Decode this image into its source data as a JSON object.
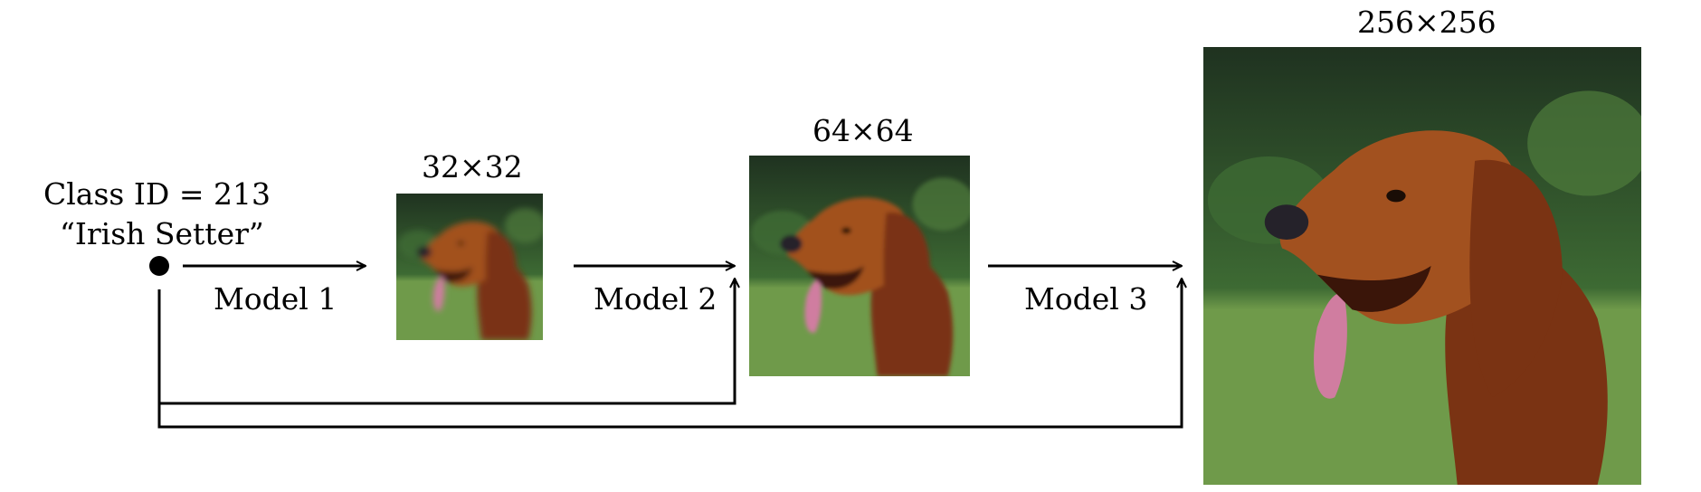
{
  "class_label": {
    "line1": "Class ID = 213",
    "line2": "“Irish Setter”"
  },
  "stages": [
    {
      "model_label": "Model 1",
      "resolution": "32×32"
    },
    {
      "model_label": "Model 2",
      "resolution": "64×64"
    },
    {
      "model_label": "Model 3",
      "resolution": "256×256"
    }
  ],
  "colors": {
    "line": "#000000",
    "sky_dark": "#1f3220",
    "foliage": "#3d6a33",
    "grass": "#6f9a4a",
    "fur": "#7a3313",
    "fur_light": "#a2511f",
    "tongue": "#d07da0",
    "nose": "#25222a"
  }
}
